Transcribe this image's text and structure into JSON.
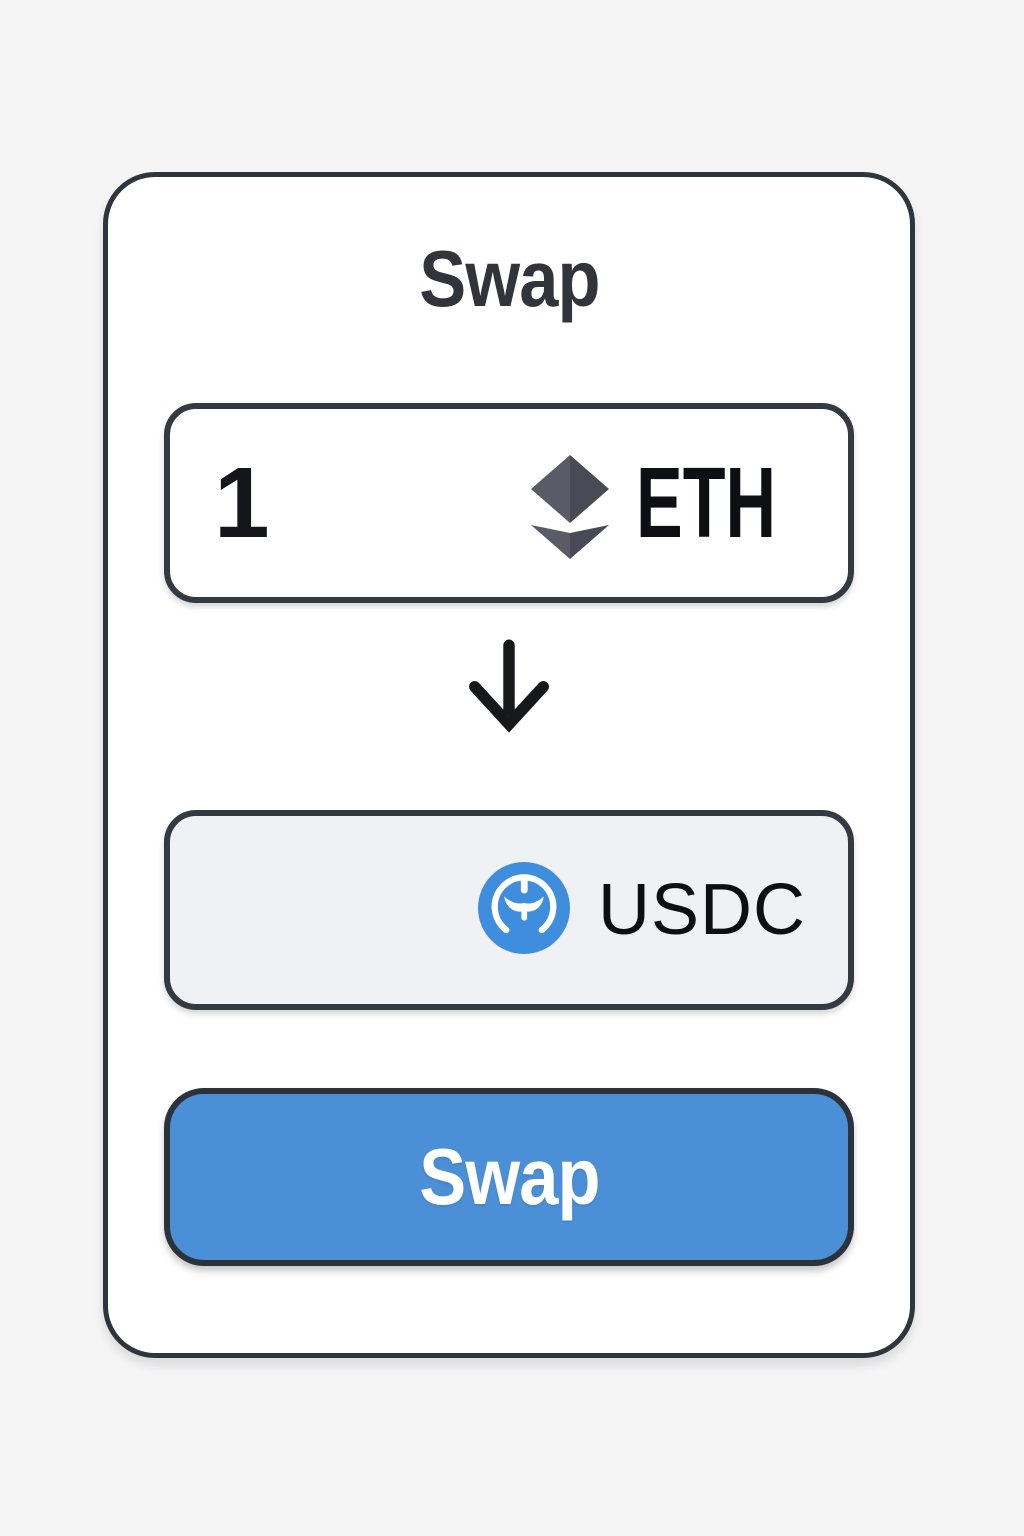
{
  "page": {
    "background_color": "#f5f5f6"
  },
  "card": {
    "title": "Swap",
    "from_field": {
      "amount": "1",
      "token": "ETH",
      "icon": "ethereum-icon"
    },
    "arrow": {
      "icon": "arrow-down-icon"
    },
    "to_field": {
      "amount": "",
      "token": "USDC",
      "icon": "usdc-icon"
    },
    "swap_button": {
      "label": "Swap"
    },
    "colors": {
      "card_border": "#2f353d",
      "field_border": "#343a42",
      "to_field_background": "#f0f1f4",
      "button_blue": "#4b8fd7",
      "usdc_blue": "#3f8edd",
      "eth_gray": "#50515e"
    }
  }
}
